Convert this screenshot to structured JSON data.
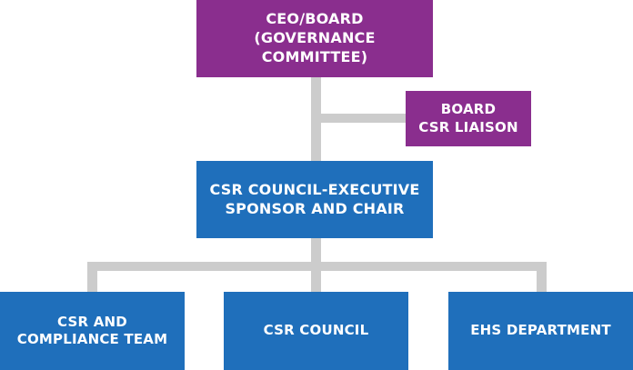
{
  "org_chart": {
    "ceo_board": "CEO/BOARD\n(GOVERNANCE COMMITTEE)",
    "board_csr_liaison": "BOARD\nCSR LIAISON",
    "csr_council_executive": "CSR COUNCIL-EXECUTIVE\nSPONSOR AND CHAIR",
    "csr_compliance_team": "CSR AND\nCOMPLIANCE TEAM",
    "csr_council": "CSR COUNCIL",
    "ehs_department": "EHS DEPARTMENT"
  },
  "colors": {
    "board_boxes": "#8a2e8e",
    "council_boxes": "#1f6fbb",
    "connectors": "#cccccc"
  }
}
